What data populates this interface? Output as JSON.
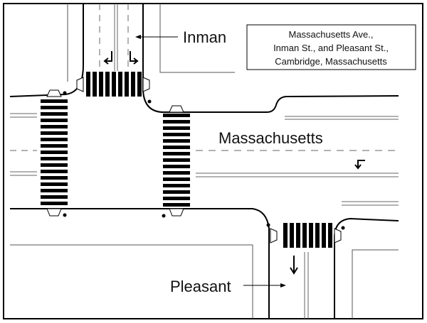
{
  "labels": {
    "inman": "Inman",
    "massachusetts": "Massachusetts",
    "pleasant": "Pleasant"
  },
  "caption": {
    "line1": "Massachusetts Ave.,",
    "line2": "Inman St., and Pleasant St.,",
    "line3": "Cambridge, Massachusetts"
  }
}
